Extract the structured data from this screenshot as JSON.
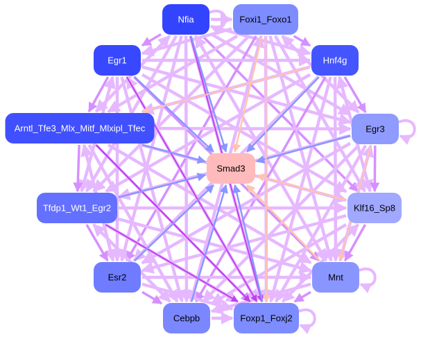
{
  "graph": {
    "type": "directed-network",
    "hub": "Smad3",
    "nodes": [
      {
        "id": "Nfia",
        "label": "Nfia",
        "fill": "#3344ff",
        "text": "#ffffff",
        "self_loop": true
      },
      {
        "id": "Foxi1_Foxo1",
        "label": "Foxi1_Foxo1",
        "fill": "#7d8cff",
        "text": "#000000",
        "self_loop": false
      },
      {
        "id": "Egr1",
        "label": "Egr1",
        "fill": "#3848ff",
        "text": "#ffffff",
        "self_loop": false
      },
      {
        "id": "Hnf4g",
        "label": "Hnf4g",
        "fill": "#4455ff",
        "text": "#ffffff",
        "self_loop": false
      },
      {
        "id": "Arntl",
        "label": "Arntl_Tfe3_Mlx_Mitf_Mlxipl_Tfec",
        "fill": "#4050ff",
        "text": "#ffffff",
        "self_loop": false
      },
      {
        "id": "Egr3",
        "label": "Egr3",
        "fill": "#8f9bff",
        "text": "#000000",
        "self_loop": true
      },
      {
        "id": "Smad3",
        "label": "Smad3",
        "fill": "#ffbbbb",
        "text": "#000000",
        "self_loop": false
      },
      {
        "id": "Tfdp1",
        "label": "Tfdp1_Wt1_Egr2",
        "fill": "#6470ff",
        "text": "#ffffff",
        "self_loop": false
      },
      {
        "id": "Klf16_Sp8",
        "label": "Klf16_Sp8",
        "fill": "#a0a8ff",
        "text": "#000000",
        "self_loop": false
      },
      {
        "id": "Esr2",
        "label": "Esr2",
        "fill": "#6f7cff",
        "text": "#000000",
        "self_loop": false
      },
      {
        "id": "Mnt",
        "label": "Mnt",
        "fill": "#8a96ff",
        "text": "#000000",
        "self_loop": true
      },
      {
        "id": "Cebpb",
        "label": "Cebpb",
        "fill": "#7a87ff",
        "text": "#000000",
        "self_loop": false
      },
      {
        "id": "Foxp1_Foxj2",
        "label": "Foxp1_Foxj2",
        "fill": "#7d8cff",
        "text": "#000000",
        "self_loop": true
      }
    ],
    "edge_colors": {
      "default": "#e6b8ff",
      "strong": "#d690ff",
      "very_strong": "#c040f0",
      "to_hub_blue": "#8a96ff",
      "to_hub_salmon": "#ffc4b0"
    }
  }
}
